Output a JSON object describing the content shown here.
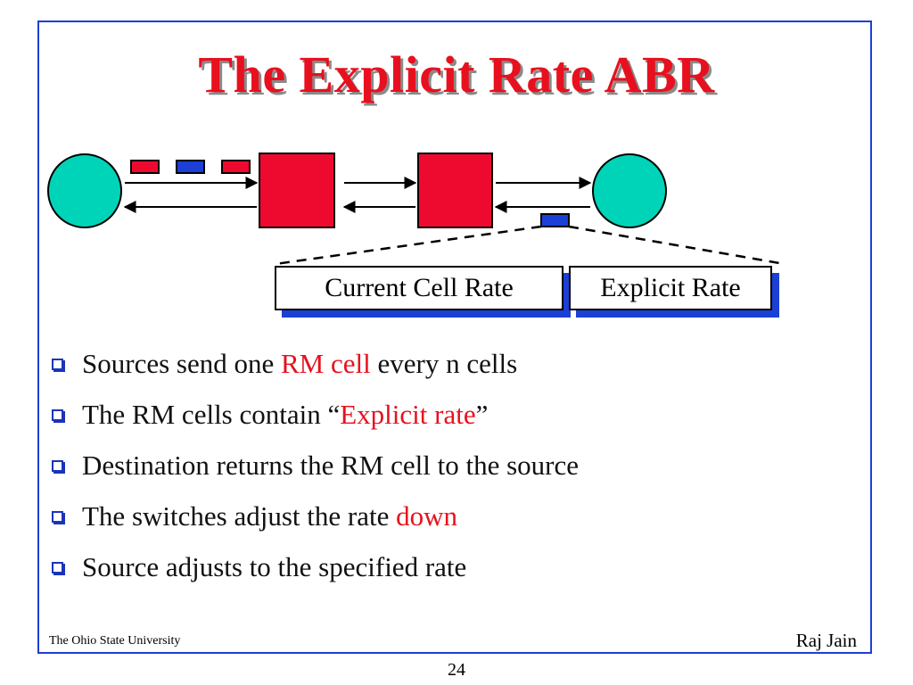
{
  "slide": {
    "title": "The Explicit Rate ABR",
    "rm_cell_fields": [
      "Current Cell Rate",
      "Explicit Rate"
    ],
    "bullets": [
      {
        "segments": [
          {
            "text": "Sources send one ",
            "highlight": false
          },
          {
            "text": "RM cell",
            "highlight": true
          },
          {
            "text": " every n cells",
            "highlight": false
          }
        ]
      },
      {
        "segments": [
          {
            "text": "The RM cells contain “",
            "highlight": false
          },
          {
            "text": "Explicit rate",
            "highlight": true
          },
          {
            "text": "”",
            "highlight": false
          }
        ]
      },
      {
        "segments": [
          {
            "text": "Destination returns the RM cell to the source",
            "highlight": false
          }
        ]
      },
      {
        "segments": [
          {
            "text": "The switches adjust the rate ",
            "highlight": false
          },
          {
            "text": "down",
            "highlight": true
          }
        ]
      },
      {
        "segments": [
          {
            "text": "Source adjusts to the specified rate",
            "highlight": false
          }
        ]
      }
    ],
    "footer_left": "The Ohio State University",
    "footer_right": "Raj Jain",
    "page_number": "24"
  },
  "colors": {
    "title": "#e8101e",
    "highlight": "#e8101e",
    "frame": "#1c3fd6",
    "end_node": "#00d4b8",
    "switch": "#ee0a2e",
    "rm_cell": "#1c3fd6",
    "data_cell": "#ee0a2e"
  },
  "diagram": {
    "nodes": [
      "source-node",
      "switch-1",
      "switch-2",
      "destination-node"
    ],
    "cells_in_flight": [
      "data-cell",
      "rm-cell",
      "data-cell"
    ],
    "returning_cell": "rm-cell"
  }
}
